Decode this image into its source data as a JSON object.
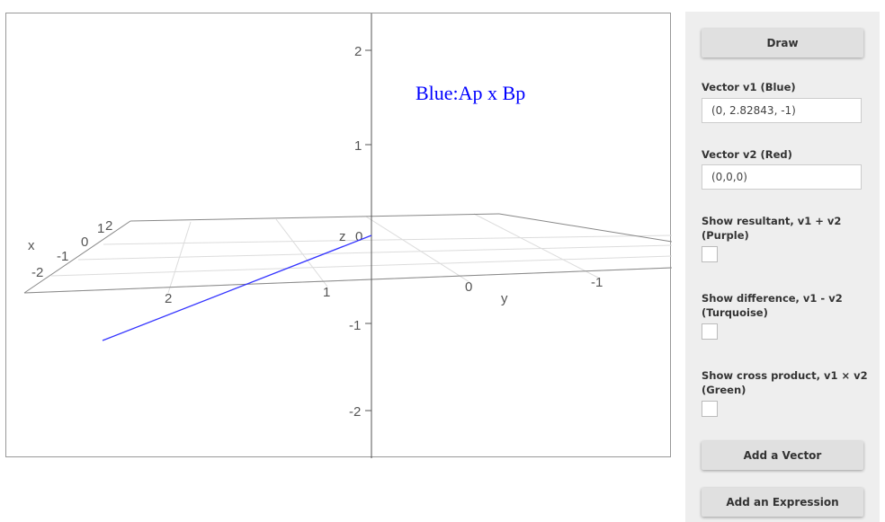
{
  "plot": {
    "annotation": "Blue:Ap x Bp",
    "vertical_ticks": [
      "2",
      "1",
      "-1",
      "-2"
    ],
    "axis_labels": {
      "x": "x",
      "y": "y",
      "z": "z"
    },
    "x_ticks": [
      "-2",
      "-1",
      "0",
      "1",
      "2"
    ],
    "y_ticks": [
      "2",
      "1",
      "0",
      "-1"
    ],
    "z_origin": "0",
    "colors": {
      "blue_vector": "#3333ff",
      "grid": "#d8d8d8",
      "axis": "#555555"
    }
  },
  "panel": {
    "draw_label": "Draw",
    "v1": {
      "label": "Vector v1 (Blue)",
      "value": "(0, 2.82843, -1)"
    },
    "v2": {
      "label": "Vector v2 (Red)",
      "value": "(0,0,0)"
    },
    "resultant": {
      "label": "Show resultant, v1 + v2 (Purple)"
    },
    "difference": {
      "label": "Show difference, v1 - v2 (Turquoise)"
    },
    "cross": {
      "label": "Show cross product, v1 × v2 (Green)"
    },
    "add_vector_label": "Add a Vector",
    "add_expression_label": "Add an Expression"
  }
}
